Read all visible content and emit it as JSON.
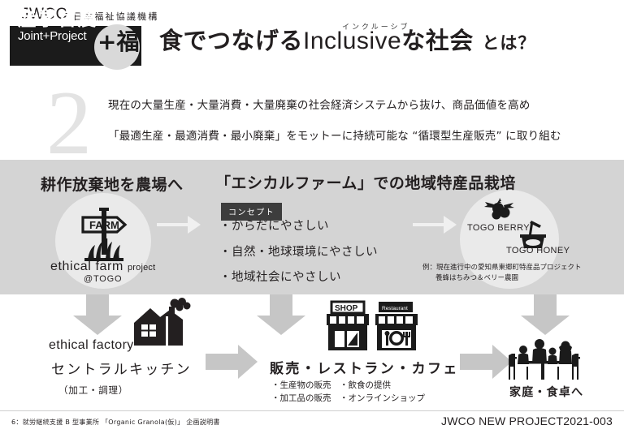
{
  "logo": {
    "brand": "JWCO",
    "org_name_jp": "日本福祉協議機構",
    "badge_kanji": "産学官農",
    "badge_roman": "Joint+Project",
    "badge_circle": "+福"
  },
  "header": {
    "title_part1": "食でつなげる",
    "title_roman": "Inclusive",
    "title_part2": "な社会",
    "title_tail": "とは？",
    "furigana": "インクルーシブ",
    "section_number": "2"
  },
  "lead": {
    "line1": "現在の大量生産・大量消費・大量廃棄の社会経済システムから抜け、商品価値を高め",
    "line2": "「最適生産・最適消費・最小廃棄」をモットーに持続可能な “循環型生産販売” に取り組む"
  },
  "band": {
    "heading_left": "耕作放棄地を農場へ",
    "heading_mid": "「エシカルファーム」での地域特産品栽培",
    "farm": {
      "sign_text": "FARM",
      "label": "ethical farm",
      "label_sub": "project",
      "at": "@TOGO"
    },
    "concept": {
      "tag": "コンセプト",
      "items": [
        "・からだにやさしい",
        "・自然・地球環境にやさしい",
        "・地域社会にやさしい"
      ]
    },
    "products": {
      "berry": "TOGO BERRY",
      "honey": "TOGO HONEY",
      "note_line1": "例：現在進行中の愛知県東郷町特産品プロジェクト",
      "note_line2": "養蜂はちみつ＆ベリー農園"
    }
  },
  "flow": {
    "factory": {
      "label_en": "ethical factory",
      "label_jp": "セントラルキッチン",
      "note": "（加工・調理）"
    },
    "shop": {
      "sign_shop": "SHOP",
      "sign_restaurant": "Restaurant",
      "title": "販売・レストラン・カフェ",
      "line1": "・生産物の販売　・飲食の提供",
      "line2": "・加工品の販売　・オンラインショップ"
    },
    "home": {
      "label": "家庭・食卓へ"
    }
  },
  "footer": {
    "left": "6：就労継続支援 B 型事業所 「Organic Granola(仮)」 企画説明書",
    "right": "JWCO NEW PROJECT2021-003"
  },
  "colors": {
    "band": "#d4d4d4",
    "arrow": "#c6c6c6",
    "ink": "#231f20",
    "badge": "#1b1b1b"
  }
}
